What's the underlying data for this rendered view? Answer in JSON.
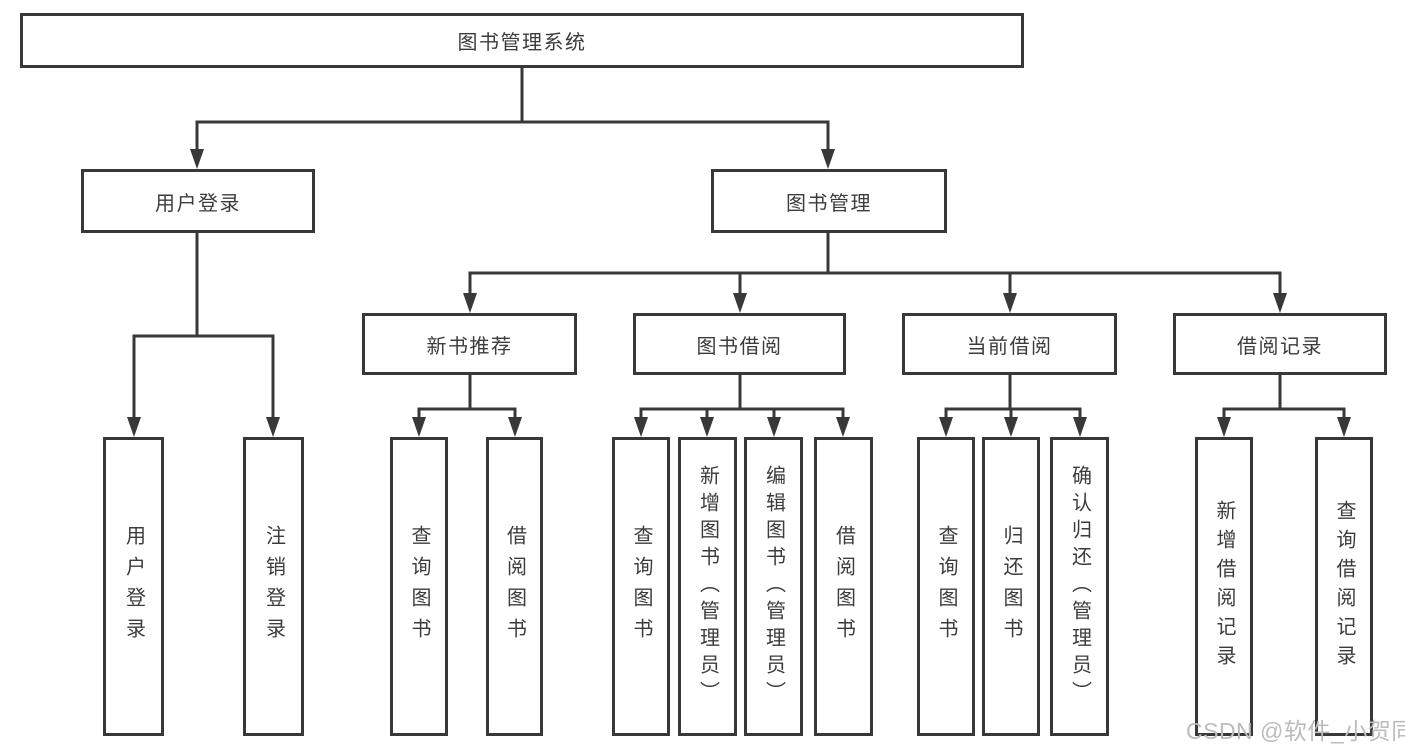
{
  "tree": {
    "label": "图书管理系统",
    "children": [
      {
        "label": "用户登录",
        "children": [
          {
            "label": "用户登录"
          },
          {
            "label": "注销登录"
          }
        ]
      },
      {
        "label": "图书管理",
        "children": [
          {
            "label": "新书推荐",
            "children": [
              {
                "label": "查询图书"
              },
              {
                "label": "借阅图书"
              }
            ]
          },
          {
            "label": "图书借阅",
            "children": [
              {
                "label": "查询图书"
              },
              {
                "label": "新增图书（管理员）"
              },
              {
                "label": "编辑图书（管理员）"
              },
              {
                "label": "借阅图书"
              }
            ]
          },
          {
            "label": "当前借阅",
            "children": [
              {
                "label": "查询图书"
              },
              {
                "label": "归还图书"
              },
              {
                "label": "确认归还（管理员）"
              }
            ]
          },
          {
            "label": "借阅记录",
            "children": [
              {
                "label": "新增借阅记录"
              },
              {
                "label": "查询借阅记录"
              }
            ]
          }
        ]
      }
    ]
  },
  "watermark": "CSDN @软件_小贺同学",
  "colors": {
    "line": "#383838",
    "text": "#3c3c3c",
    "watermark": "#bcbcbc",
    "background": "#ffffff"
  }
}
